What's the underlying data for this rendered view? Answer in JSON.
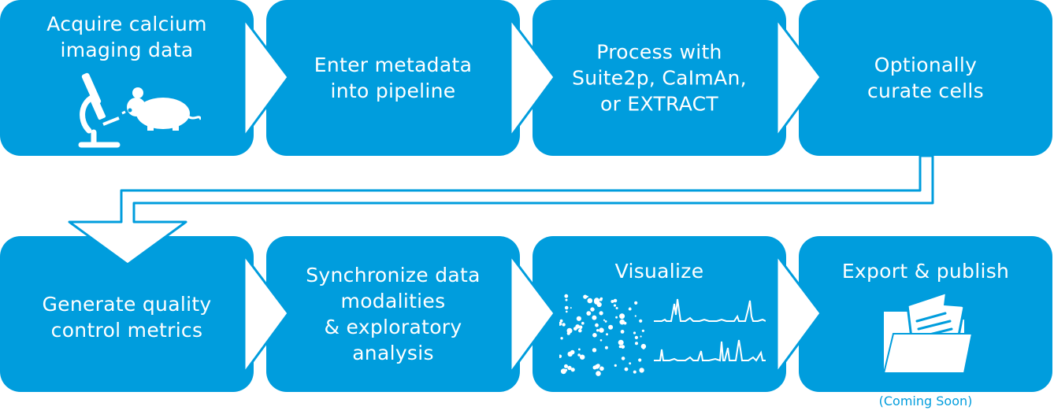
{
  "colors": {
    "primary": "#009ddd",
    "background": "#ffffff",
    "text_on_box": "#ffffff"
  },
  "steps": [
    {
      "id": "acquire",
      "label": "Acquire calcium\nimaging data",
      "icon": "microscope-and-mouse-icon"
    },
    {
      "id": "metadata",
      "label": "Enter metadata\ninto pipeline"
    },
    {
      "id": "process",
      "label": "Process with\nSuite2p, CaImAn,\nor EXTRACT"
    },
    {
      "id": "curate",
      "label": "Optionally\ncurate cells"
    },
    {
      "id": "qc",
      "label": "Generate quality\ncontrol metrics"
    },
    {
      "id": "sync",
      "label": "Synchronize data\nmodalities\n& exploratory\nanalysis"
    },
    {
      "id": "visualize",
      "label": "Visualize",
      "icon": "cell-map-and-traces-icon"
    },
    {
      "id": "export",
      "label": "Export & publish",
      "icon": "folder-document-icon",
      "note": "(Coming Soon)"
    }
  ]
}
